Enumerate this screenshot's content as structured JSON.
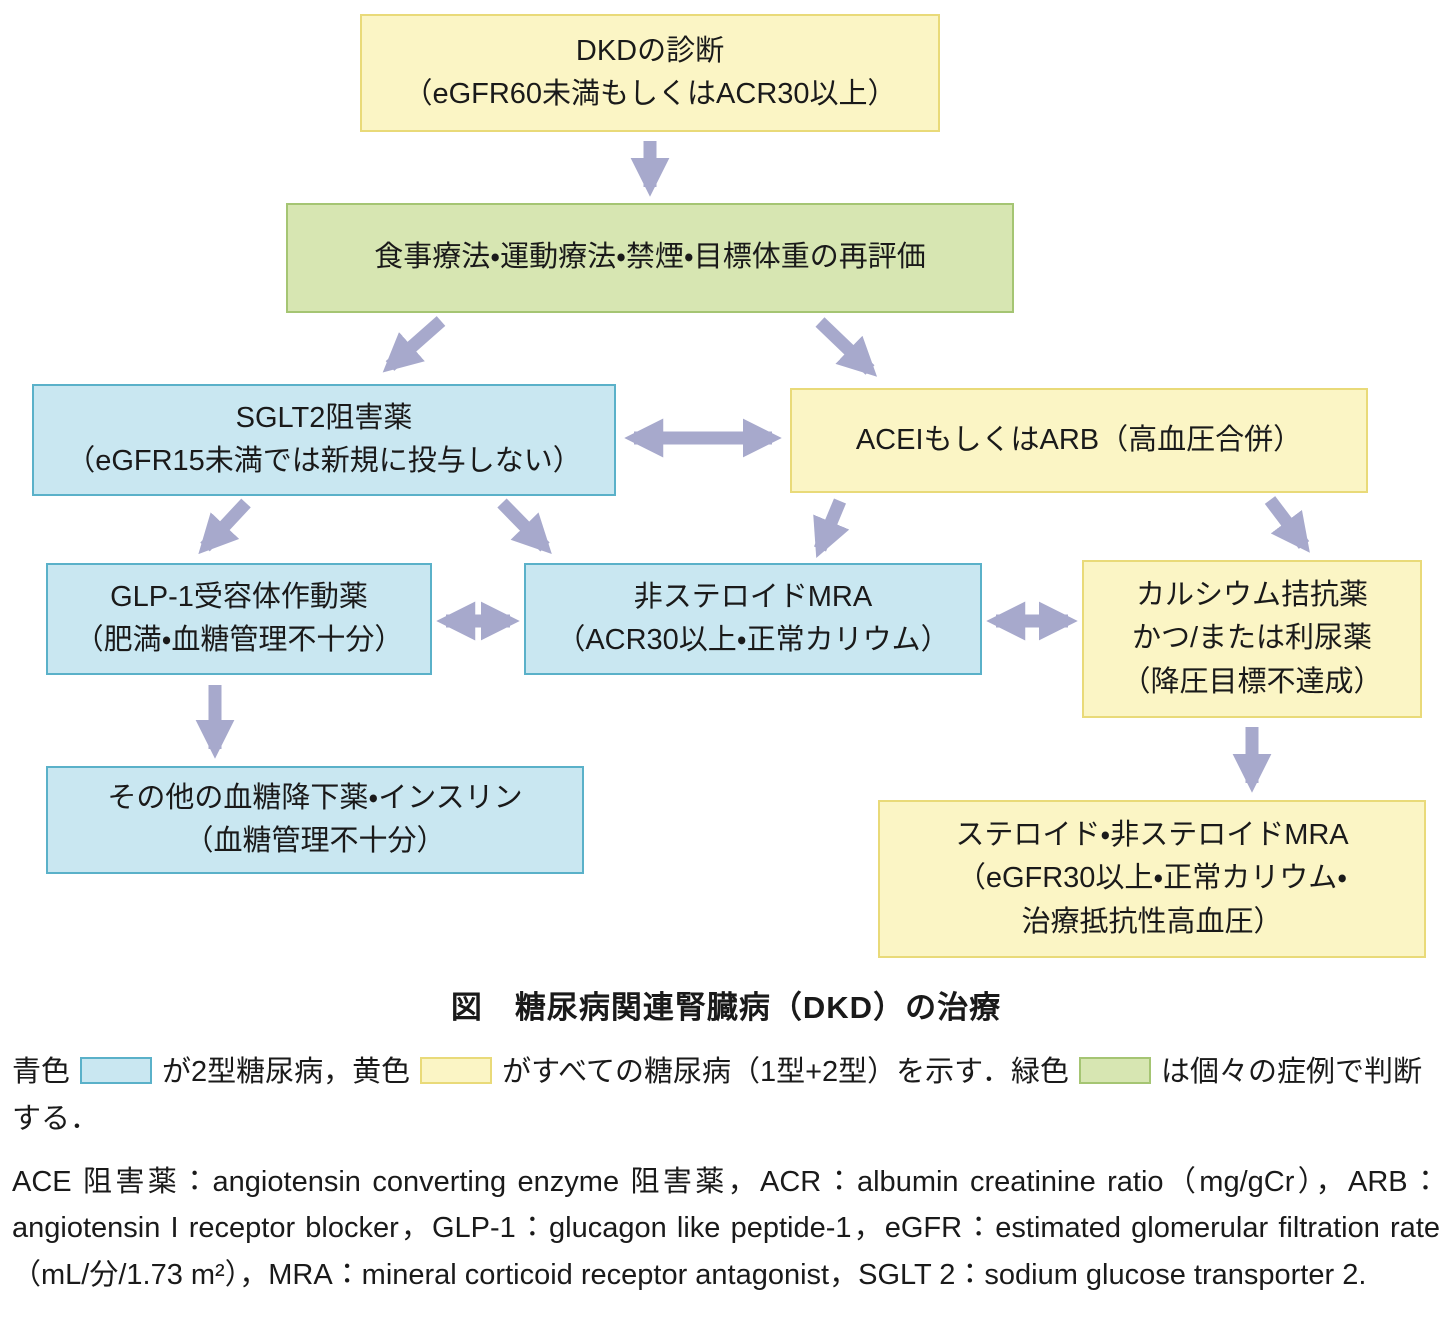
{
  "figure": {
    "caption": "図　糖尿病関連腎臓病（DKD）の治療"
  },
  "boxes": {
    "dkd_diagnosis": "DKDの診断\n（eGFR60未満もしくはACR30以上）",
    "lifestyle": "食事療法・運動療法・禁煙・目標体重の再評価",
    "sglt2": "SGLT2阻害薬\n（eGFR15未満では新規に投与しない）",
    "acei_arb": "ACEIもしくはARB（高血圧合併）",
    "glp1": "GLP-1受容体作動薬\n（肥満・血糖管理不十分）",
    "nonsteroid_mra": "非ステロイドMRA\n（ACR30以上・正常カリウム）",
    "ccb_diuretic": "カルシウム拮抗薬\nかつ/または利尿薬\n（降圧目標不達成）",
    "other_glucose_lowering": "その他の血糖降下薬・インスリン\n（血糖管理不十分）",
    "steroid_mra": "ステロイド・非ステロイドMRA\n（eGFR30以上・正常カリウム・\n治療抵抗性高血圧）"
  },
  "legend": {
    "blue_label": "青色",
    "after_blue": "が2型糖尿病，黄色",
    "after_yellow": "がすべての糖尿病（1型+2型）を示す．緑色",
    "after_green": "は個々の症例で判断する．"
  },
  "abbreviations": "ACE 阻害薬：angiotensin converting enzyme 阻害薬，ACR：albumin creatinine ratio（mg/gCr），ARB：angiotensin I receptor blocker，GLP-1：glucagon like peptide-1，eGFR：estimated glomerular filtration rate（mL/分/1.73 m²），MRA：mineral corticoid receptor antagonist，SGLT 2：sodium glucose transporter 2.",
  "colors": {
    "blue_fill": "#c9e7f1",
    "blue_border": "#5ab1c9",
    "yellow_fill": "#fbf5c5",
    "yellow_border": "#e9da79",
    "green_fill": "#d7e6b2",
    "green_border": "#a5c573",
    "arrow": "#a7a9cc",
    "text": "#1a1a1a"
  }
}
